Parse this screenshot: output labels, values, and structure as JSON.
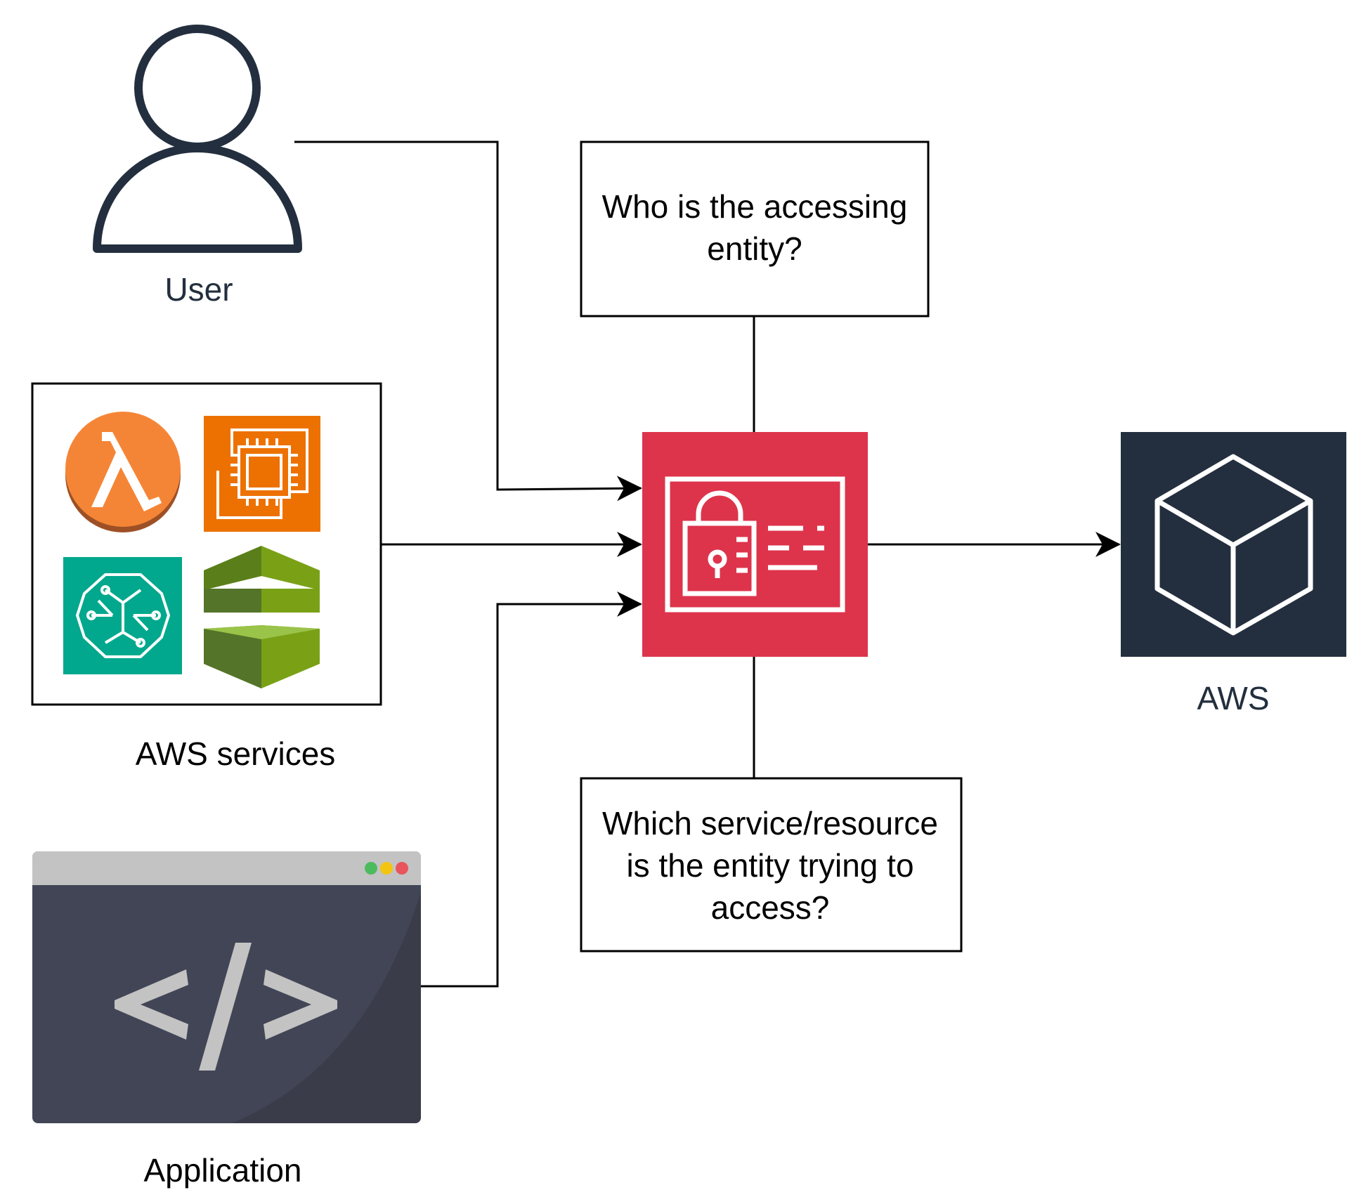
{
  "labels": {
    "user": "User",
    "aws_services": "AWS services",
    "application": "Application",
    "aws": "AWS"
  },
  "boxes": {
    "who_line1": "Who is the accessing",
    "who_line2": "entity?",
    "which_line1": "Which service/resource",
    "which_line2": "is the entity trying to",
    "which_line3": "access?"
  },
  "icons": {
    "user": "user-icon",
    "lambda": "lambda-icon",
    "ec2": "ec2-icon",
    "sagemaker": "sagemaker-icon",
    "gateway": "storage-gateway-icon",
    "application": "code-window-icon",
    "iam": "iam-identity-icon",
    "aws": "aws-cube-icon"
  },
  "colors": {
    "iam_red": "#DD344C",
    "aws_dark": "#232F3E",
    "lambda_orange": "#F58536",
    "ec2_orange": "#ED7100",
    "sagemaker_teal": "#01A88D",
    "gateway_green": "#7AA116",
    "app_dark": "#424555"
  }
}
